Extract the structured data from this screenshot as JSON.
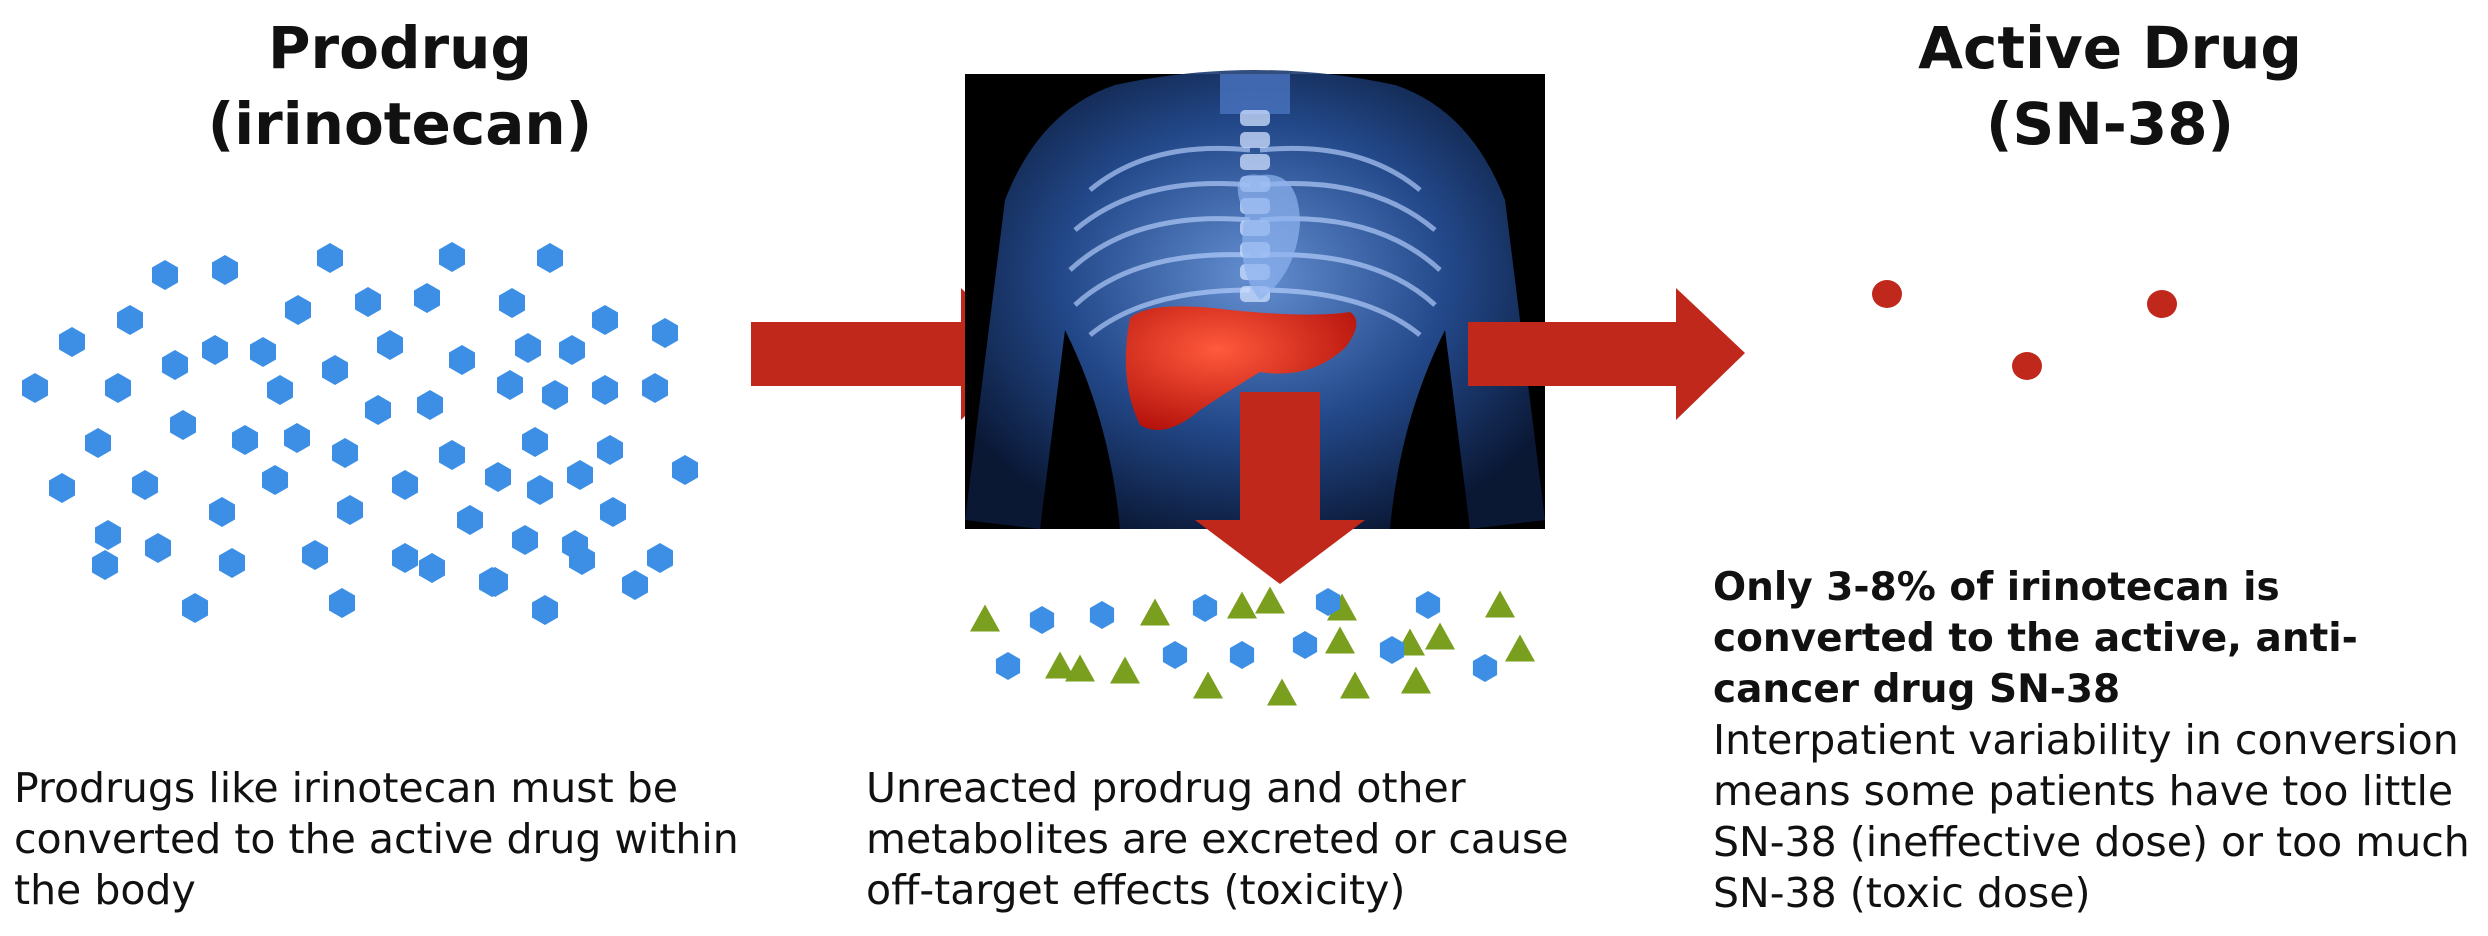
{
  "left_panel": {
    "title_line1": "Prodrug",
    "title_line2": "(irinotecan)",
    "description": "Prodrugs like irinotecan must be converted to the active drug within the body"
  },
  "middle_panel": {
    "description": "Unreacted prodrug and other metabolites are excreted or cause off-target effects (toxicity)"
  },
  "right_panel": {
    "title_line1": "Active Drug",
    "title_line2": "(SN-38)",
    "highlight": "Only 3-8% of irinotecan is converted to the active, anti-cancer drug SN-38",
    "description": "Interpatient variability in conversion means some patients have too little SN-38 (ineffective dose) or too much SN-38 (toxic dose)"
  },
  "colors": {
    "prodrug_molecule": "#3d8fe6",
    "metabolite": "#7a9e1e",
    "active_drug": "#c0281c",
    "arrow": "#c0281c",
    "liver": "#e0241c",
    "body_bg": "#000000"
  }
}
